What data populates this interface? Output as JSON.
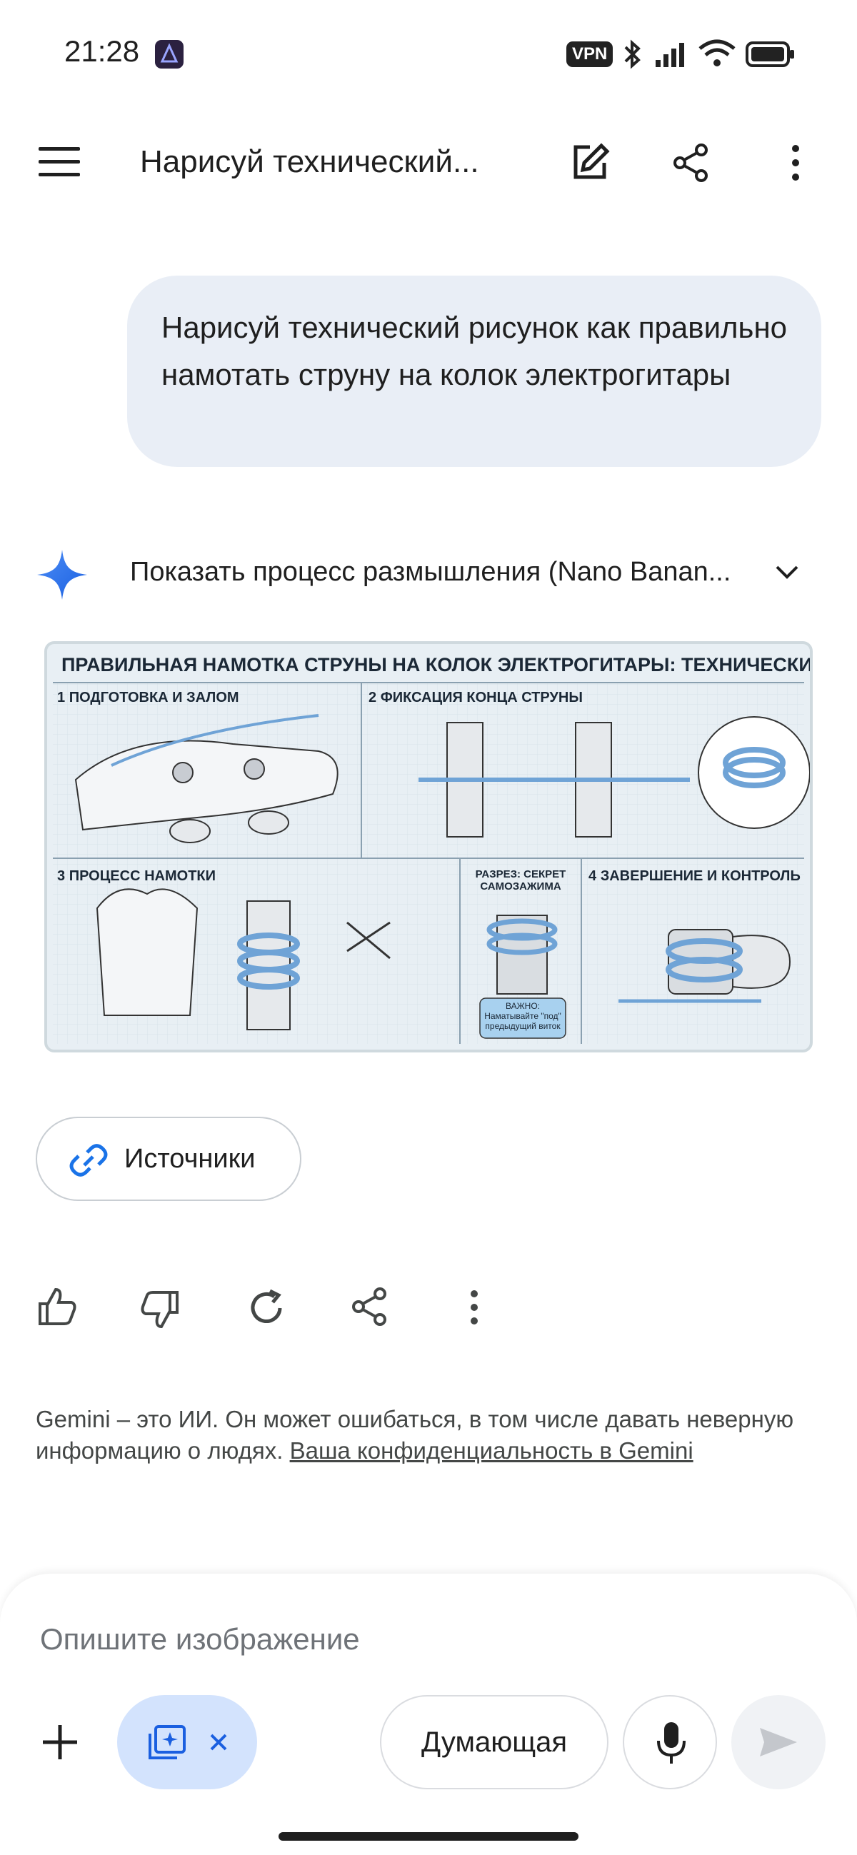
{
  "status": {
    "time": "21:28",
    "vpn": "VPN"
  },
  "header": {
    "title": "Нарисуй технический..."
  },
  "user_message": {
    "text": "Нарисуй технический рисунок как правильно намотать струну на колок электрогитары"
  },
  "response": {
    "thinking_label": "Показать процесс размышления (Nano Banan..."
  },
  "image": {
    "title": "ПРАВИЛЬНАЯ НАМОТКА СТРУНЫ НА КОЛОК ЭЛЕКТРОГИТАРЫ: ТЕХНИЧЕСКИЙ РИСУНОК",
    "panels": [
      {
        "step": "1",
        "label": "ПОДГОТОВКА И ЗАЛОМ"
      },
      {
        "step": "2",
        "label": "ФИКСАЦИЯ КОНЦА СТРУНЫ"
      },
      {
        "step": "3",
        "label": "ПРОЦЕСС НАМОТКИ"
      },
      {
        "step": "",
        "label": "РАЗРЕЗ: СЕКРЕТ САМОЗАЖИМА"
      },
      {
        "step": "4",
        "label": "ЗАВЕРШЕНИЕ И КОНТРОЛЬ"
      }
    ],
    "important_note": "ВАЖНО: Наматывайте \"под\" предыдущий виток"
  },
  "sources": {
    "label": "Источники"
  },
  "actions": [
    "thumbs-up-icon",
    "thumbs-down-icon",
    "refresh-icon",
    "share-icon",
    "more-icon"
  ],
  "disclaimer": {
    "text": "Gemini – это ИИ. Он может ошибаться, в том числе давать неверную информацию о людях.",
    "link": "Ваша конфиденциальность в Gemini"
  },
  "input": {
    "placeholder": "Опишите изображение",
    "mode": "Думающая"
  },
  "colors": {
    "bubble": "#e9eef6",
    "accent_blue": "#1a73e8",
    "chip_blue": "#d3e3fd"
  }
}
